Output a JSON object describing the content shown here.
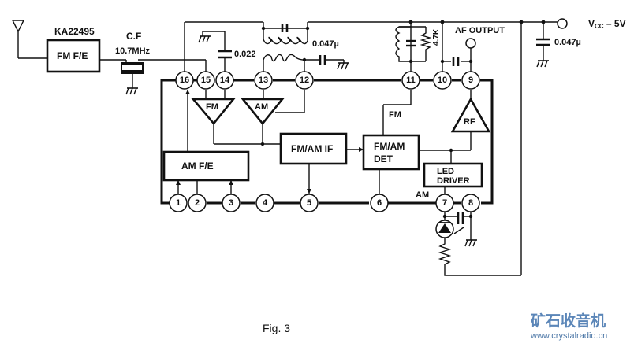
{
  "diagram": {
    "chip_name": "KA22495",
    "blocks": {
      "fm_fe": "FM F/E",
      "am_fe": "AM F/E",
      "fm_am_if": "FM/AM IF",
      "fm_am_det_line1": "FM/AM",
      "fm_am_det_line2": "DET",
      "led_driver_line1": "LED",
      "led_driver_line2": "DRIVER",
      "fm_amp": "FM",
      "am_amp": "AM",
      "rf_amp": "RF"
    },
    "labels": {
      "ceramic_filter": "C.F",
      "ceramic_filter_freq": "10.7MHz",
      "cap_0022": "0.022",
      "cap_0047_top": "0.047µ",
      "cap_0047_vcc": "0.047µ",
      "resistor_47k": "4.7K",
      "af_output": "AF OUTPUT",
      "vcc": "V",
      "vcc_sub": "CC",
      "vcc_value": " – 5V",
      "fm_signal": "FM",
      "am_signal": "AM"
    },
    "pins": [
      "1",
      "2",
      "3",
      "4",
      "5",
      "6",
      "7",
      "8",
      "9",
      "10",
      "11",
      "12",
      "13",
      "14",
      "15",
      "16"
    ],
    "icons": [
      "antenna-icon",
      "ground-icon",
      "capacitor-icon",
      "inductor-icon",
      "resistor-icon",
      "led-icon",
      "terminal-icon",
      "ceramic-filter-icon"
    ]
  },
  "caption": "Fig. 3",
  "watermark": {
    "title": "矿石收音机",
    "url": "www.crystalradio.cn",
    "color": "#5b86b8"
  }
}
